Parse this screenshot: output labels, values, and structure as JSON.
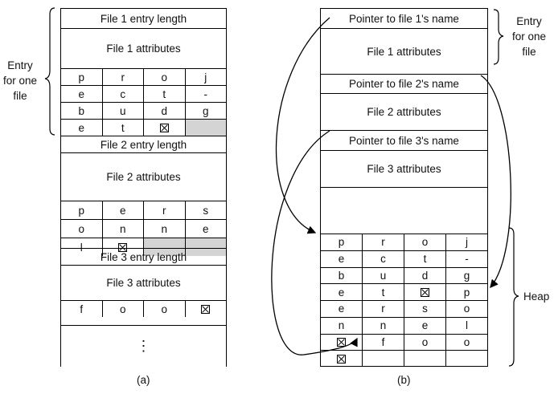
{
  "left": {
    "brace_label_lines": [
      "Entry",
      "for one",
      "file"
    ],
    "rows": {
      "f1_len": "File 1 entry length",
      "f1_attr": "File 1 attributes",
      "f2_len": "File 2 entry length",
      "f2_attr": "File 2 attributes",
      "f3_len": "File 3 entry length",
      "f3_attr": "File 3 attributes"
    },
    "name1": [
      [
        "p",
        "r",
        "o",
        "j"
      ],
      [
        "e",
        "c",
        "t",
        "-"
      ],
      [
        "b",
        "u",
        "d",
        "g"
      ],
      [
        "e",
        "t",
        "X",
        "_"
      ]
    ],
    "name2": [
      [
        "p",
        "e",
        "r",
        "s"
      ],
      [
        "o",
        "n",
        "n",
        "e"
      ],
      [
        "l",
        "X",
        "_",
        "_"
      ]
    ],
    "name3": [
      [
        "f",
        "o",
        "o",
        "X"
      ]
    ],
    "ellipsis": "⋮",
    "caption": "(a)"
  },
  "right": {
    "brace_label_lines": [
      "Entry",
      "for one",
      "file"
    ],
    "rows": {
      "p1": "Pointer to file 1's name",
      "a1": "File 1 attributes",
      "p2": "Pointer to file 2's name",
      "a2": "File 2 attributes",
      "p3": "Pointer to file 3's name",
      "a3": "File 3 attributes"
    },
    "heap": [
      [
        "p",
        "r",
        "o",
        "j"
      ],
      [
        "e",
        "c",
        "t",
        "-"
      ],
      [
        "b",
        "u",
        "d",
        "g"
      ],
      [
        "e",
        "t",
        "X",
        "p"
      ],
      [
        "e",
        "r",
        "s",
        "o"
      ],
      [
        "n",
        "n",
        "e",
        "l"
      ],
      [
        "X",
        "f",
        "o",
        "o"
      ],
      [
        "X",
        "",
        "",
        ""
      ]
    ],
    "heap_label": "Heap",
    "caption": "(b)"
  }
}
